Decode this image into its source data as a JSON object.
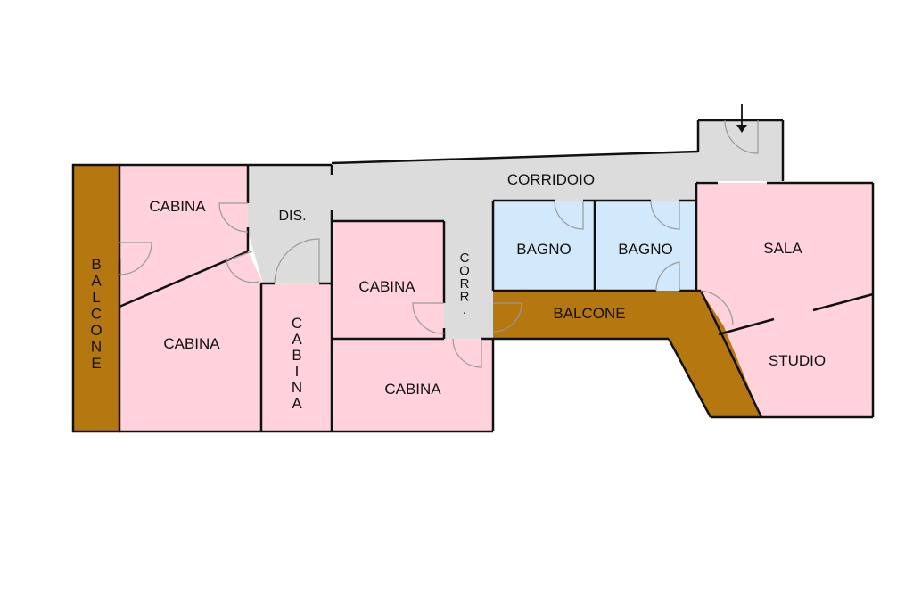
{
  "colors": {
    "cabin": "#ffd2dc",
    "bath": "#d2e8fb",
    "corridor": "#dcdcdc",
    "balcony": "#b5770f",
    "wall": "#111111",
    "door": "#999999"
  },
  "rooms": {
    "balcone_left": "BALCONE",
    "cabina_top_left": "CABINA",
    "cabina_bottom_left": "CABINA",
    "dis": "DIS.",
    "cabina_vertical": "CABINA",
    "cabina_middle": "CABINA",
    "cabina_bottom_middle": "CABINA",
    "corr_short": "CORR.",
    "corridoio": "CORRIDOIO",
    "bagno_1": "BAGNO",
    "bagno_2": "BAGNO",
    "balcone_right": "BALCONE",
    "sala": "SALA",
    "studio": "STUDIO"
  },
  "icons": {
    "entrance": "down-arrow-icon"
  }
}
